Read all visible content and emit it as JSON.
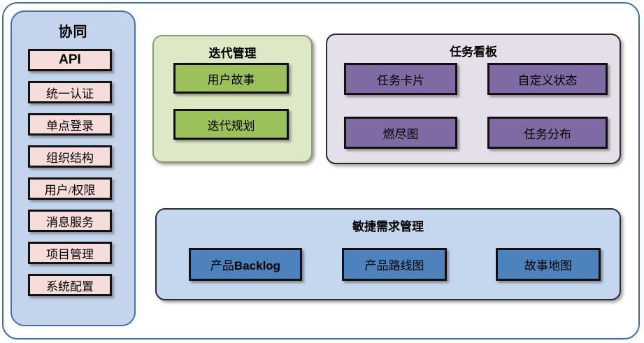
{
  "theme": {
    "page_background": "#ffffff",
    "outer_frame_border": "#3d6ca3",
    "sidebar_fill": "#c3d4ec",
    "sidebar_border": "#4472a8",
    "sidebar_item_fill": "#f6dddc",
    "iteration_panel_fill": "#dde8c6",
    "iteration_panel_border": "#8a9a6c",
    "iteration_node_fill": "#9cc05c",
    "taskboard_panel_fill": "#e5dfea",
    "taskboard_node_fill": "#7f6aa3",
    "agile_panel_fill": "#c5d7ef",
    "agile_node_fill": "#4e82bd",
    "node_border": "#101010"
  },
  "sidebar": {
    "title": "协同",
    "items": [
      {
        "label": "API"
      },
      {
        "label": "统一认证"
      },
      {
        "label": "单点登录"
      },
      {
        "label": "组织结构"
      },
      {
        "label": "用户/权限"
      },
      {
        "label": "消息服务"
      },
      {
        "label": "项目管理"
      },
      {
        "label": "系统配置"
      }
    ]
  },
  "panels": {
    "iteration": {
      "title": "迭代管理",
      "nodes": [
        {
          "label": "用户故事"
        },
        {
          "label": "迭代规划"
        }
      ]
    },
    "taskboard": {
      "title": "任务看板",
      "nodes": [
        {
          "label": "任务卡片"
        },
        {
          "label": "自定义状态"
        },
        {
          "label": "燃尽图"
        },
        {
          "label": "任务分布"
        }
      ]
    },
    "agile": {
      "title": "敏捷需求管理",
      "nodes": [
        {
          "label_prefix": "产品",
          "label_bold": "Backlog",
          "label": "产品Backlog"
        },
        {
          "label": "产品路线图"
        },
        {
          "label": "故事地图"
        }
      ]
    }
  }
}
